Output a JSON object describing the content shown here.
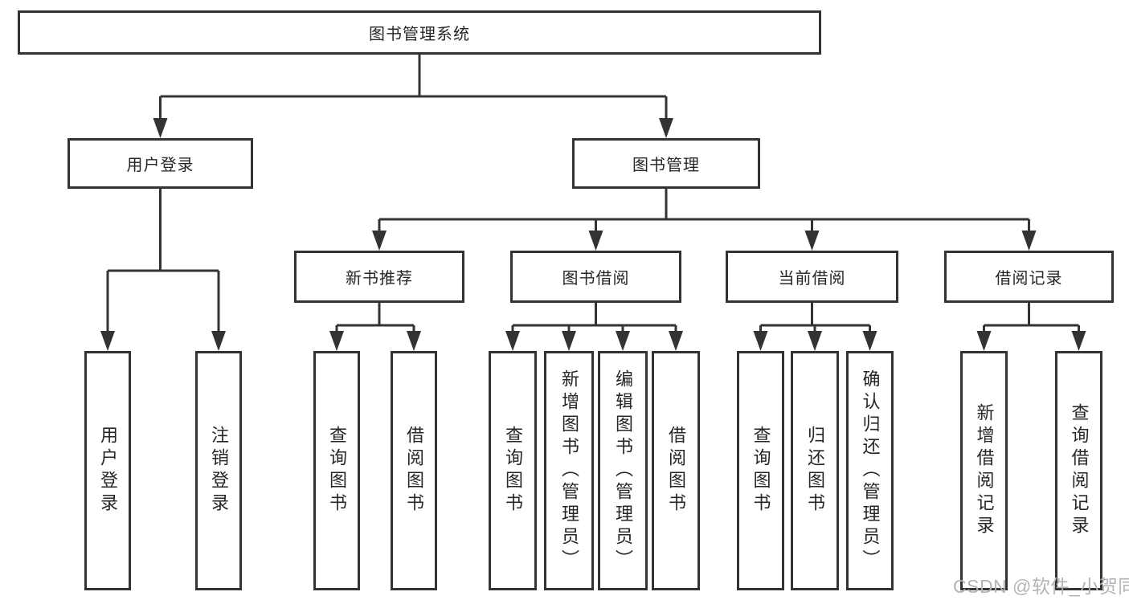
{
  "diagram": {
    "root": {
      "label": "图书管理系统"
    },
    "user_login": {
      "label": "用户登录",
      "children": [
        {
          "label": "用户登录"
        },
        {
          "label": "注销登录"
        }
      ]
    },
    "book_mgmt": {
      "label": "图书管理",
      "sections": [
        {
          "label": "新书推荐",
          "children": [
            {
              "label": "查询图书"
            },
            {
              "label": "借阅图书"
            }
          ]
        },
        {
          "label": "图书借阅",
          "children": [
            {
              "label": "查询图书"
            },
            {
              "label": "新增图书（管理员）"
            },
            {
              "label": "编辑图书（管理员）"
            },
            {
              "label": "借阅图书"
            }
          ]
        },
        {
          "label": "当前借阅",
          "children": [
            {
              "label": "查询图书"
            },
            {
              "label": "归还图书"
            },
            {
              "label": "确认归还（管理员）"
            }
          ]
        },
        {
          "label": "借阅记录",
          "children": [
            {
              "label": "新增借阅记录"
            },
            {
              "label": "查询借阅记录"
            }
          ]
        }
      ]
    }
  },
  "colors": {
    "line": "#333333",
    "text": "#262626",
    "watermark": "#b5b2b8",
    "background": "#ffffff"
  },
  "watermark": "CSDN @软件_小贺同学"
}
